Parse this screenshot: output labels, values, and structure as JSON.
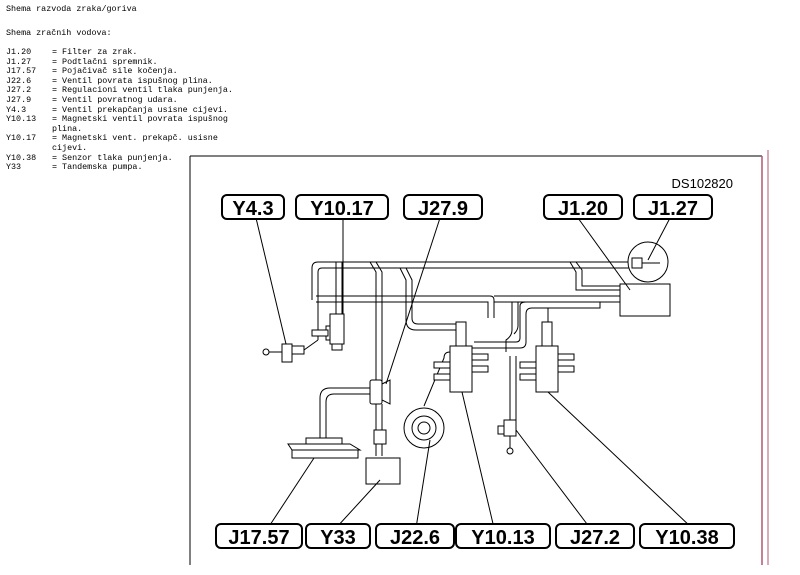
{
  "document": {
    "title": "Shema razvoda zraka/goriva",
    "subtitle": "Shema zračnih vodova:"
  },
  "legend": [
    {
      "code": "J1.20",
      "desc": "= Filter za zrak."
    },
    {
      "code": "J1.27",
      "desc": "= Podtlačni spremnik."
    },
    {
      "code": "J17.57",
      "desc": "= Pojačivač sile kočenja."
    },
    {
      "code": "J22.6",
      "desc": "= Ventil povrata ispušnog plina."
    },
    {
      "code": "J27.2",
      "desc": "= Regulacioni ventil tlaka punjenja."
    },
    {
      "code": "J27.9",
      "desc": "= Ventil povratnog udara."
    },
    {
      "code": "Y4.3",
      "desc": "= Ventil prekapčanja usisne cijevi."
    },
    {
      "code": "Y10.13",
      "desc": "= Magnetski ventil povrata ispušnog plina."
    },
    {
      "code": "Y10.17",
      "desc": "= Magnetski vent. prekapč. usisne cijevi."
    },
    {
      "code": "Y10.38",
      "desc": "= Senzor tlaka punjenja."
    },
    {
      "code": "Y33",
      "desc": "= Tandemska pumpa."
    }
  ],
  "diagram": {
    "ref": "DS102820",
    "labels": {
      "y4_3": "Y4.3",
      "y10_17": "Y10.17",
      "j27_9": "J27.9",
      "j1_20": "J1.20",
      "j1_27": "J1.27",
      "j17_57": "J17.57",
      "y33": "Y33",
      "j22_6": "J22.6",
      "y10_13": "Y10.13",
      "j27_2": "J27.2",
      "y10_38": "Y10.38"
    }
  }
}
